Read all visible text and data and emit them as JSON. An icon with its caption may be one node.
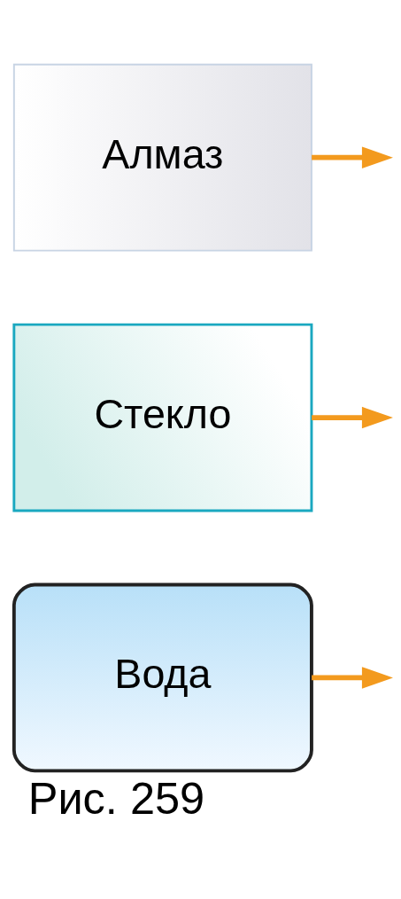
{
  "diagram": {
    "caption": "Рис. 259",
    "nodes": [
      {
        "text": [
          "Алмаз"
        ]
      },
      {
        "text": [
          "Стекло"
        ]
      },
      {
        "text": [
          "Вода"
        ]
      }
    ],
    "edges": [
      {
        "from": 0,
        "to": null,
        "arrow": "to"
      },
      {
        "from": 1,
        "to": null,
        "arrow": "to"
      },
      {
        "from": 2,
        "to": null,
        "arrow": "to"
      }
    ]
  }
}
